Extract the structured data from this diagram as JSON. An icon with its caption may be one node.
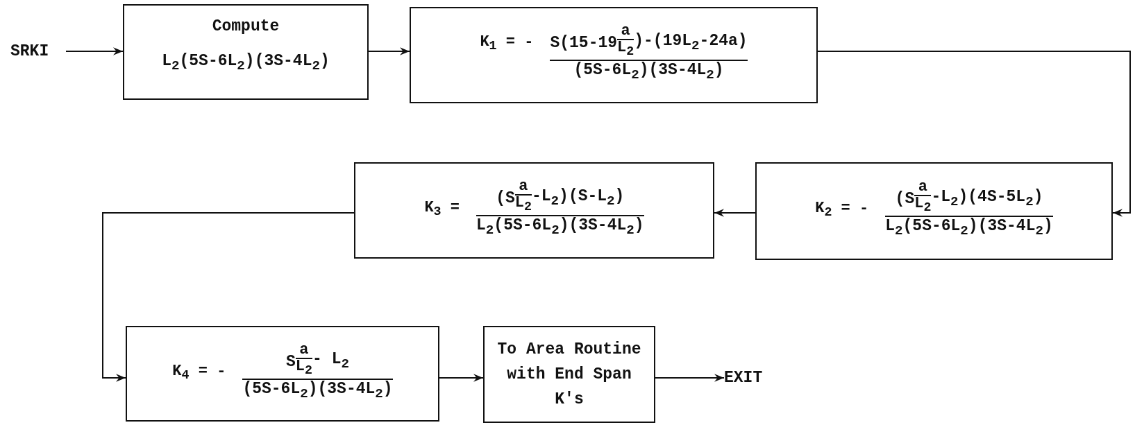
{
  "diagram": {
    "nodes": [
      {
        "text": [
          "SRKI"
        ]
      },
      {
        "text": [
          "Compute",
          "L$_{2}$(5S-6L$_{2}$)(3S-4L$_{2}$)"
        ]
      },
      {
        "text": [
          "K$_{1}$ = -",
          "S(15-19",
          "a",
          "L$_{2}$",
          ")-(19L$_{2}$-24a)",
          "(5S-6L$_{2}$)(3S-4L$_{2}$)"
        ]
      },
      {
        "text": [
          "K$_{3}$ =",
          "(S",
          "a",
          "L$_{2}$",
          "-L$_{2}$)(S-L$_{2}$)",
          "L$_{2}$(5S-6L$_{2}$)(3S-4L$_{2}$)"
        ]
      },
      {
        "text": [
          "K$_{2}$ = -",
          "(S",
          "a",
          "L$_{2}$",
          "-L$_{2}$)(4S-5L$_{2}$)",
          "L$_{2}$(5S-6L$_{2}$)(3S-4L$_{2}$)"
        ]
      },
      {
        "text": [
          "K$_{4}$ = -",
          "S",
          "a",
          "L$_{2}$",
          " - L$_{2}$",
          "(5S-6L$_{2}$)(3S-4L$_{2}$)"
        ]
      },
      {
        "text": [
          "To Area Routine with End Span K's"
        ]
      },
      {
        "text": [
          "EXIT"
        ]
      }
    ],
    "edges": [
      {
        "from": 0,
        "to": 1,
        "arrow": "to"
      },
      {
        "from": 1,
        "to": 2,
        "arrow": "to"
      },
      {
        "from": 2,
        "to": 4,
        "arrow": "to"
      },
      {
        "from": 4,
        "to": 3,
        "arrow": "to"
      },
      {
        "from": 3,
        "to": 5,
        "arrow": "to"
      },
      {
        "from": 5,
        "to": 6,
        "arrow": "to"
      },
      {
        "from": 6,
        "to": 7,
        "arrow": "to"
      }
    ]
  }
}
